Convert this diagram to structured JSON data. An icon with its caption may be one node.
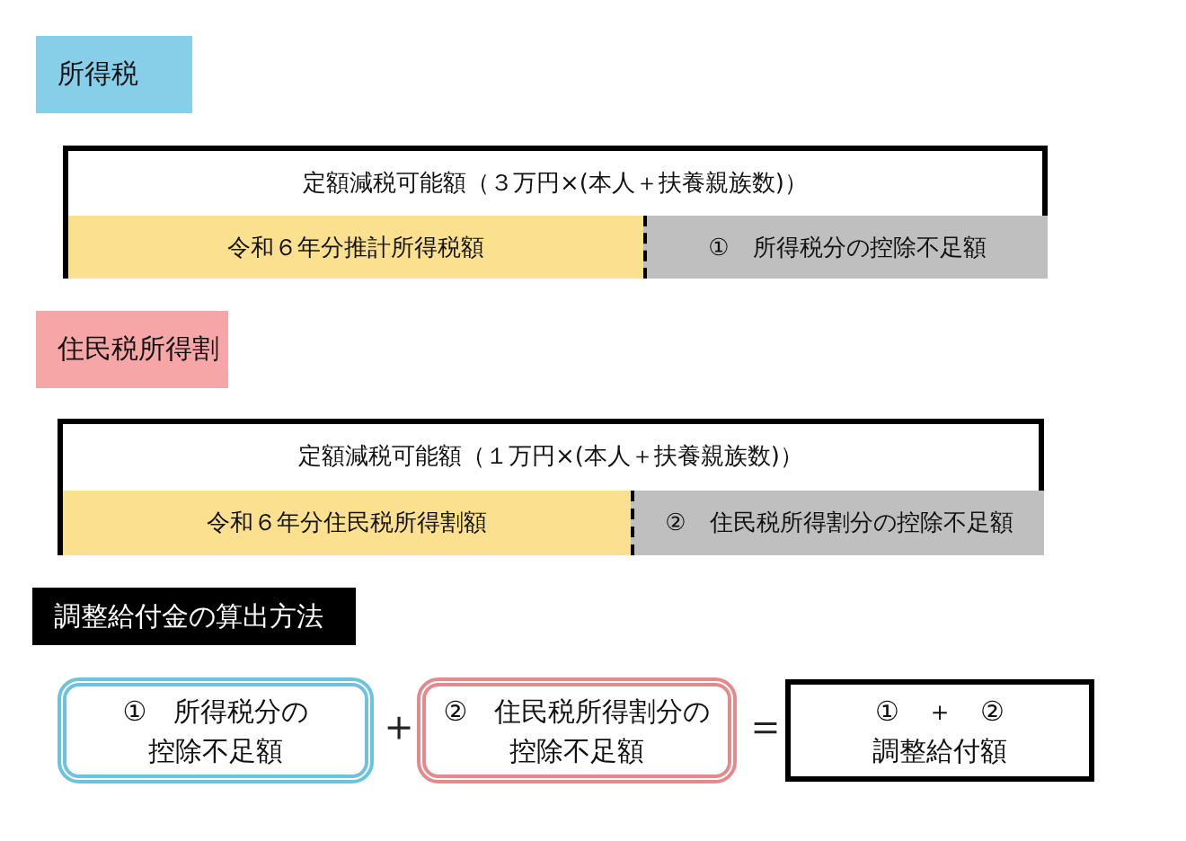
{
  "diagram": {
    "nodes": [
      {
        "text": [
          "所得税"
        ]
      },
      {
        "text": [
          "定額減税可能額（３万円×(本人＋扶養親族数)）"
        ]
      },
      {
        "text": [
          "令和６年分推計所得税額"
        ],
        "in": 1
      },
      {
        "text": [
          "①　所得税分の控除不足額"
        ],
        "in": 1
      },
      {
        "text": [
          "住民税所得割"
        ]
      },
      {
        "text": [
          "定額減税可能額（１万円×(本人＋扶養親族数)）"
        ]
      },
      {
        "text": [
          "令和６年分住民税所得割額"
        ],
        "in": 5
      },
      {
        "text": [
          "②　住民税所得割分の控除不足額"
        ],
        "in": 5
      },
      {
        "text": [
          "調整給付金の算出方法"
        ]
      },
      {
        "text": [
          "①　所得税分の控除不足額"
        ]
      },
      {
        "text": [
          "②　住民税所得割分の控除不足額"
        ]
      },
      {
        "text": [
          "①　＋　②",
          "調整給付額"
        ]
      }
    ],
    "labels": [
      "＋",
      "＝"
    ]
  }
}
